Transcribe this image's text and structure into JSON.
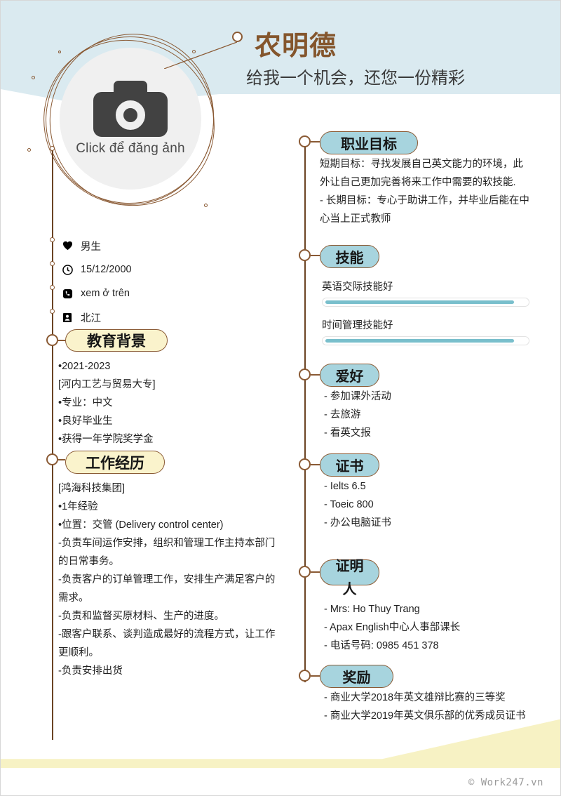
{
  "header": {
    "name": "农明德",
    "tagline": "给我一个机会，还您一份精彩",
    "photo_placeholder": "Click để đăng ảnh",
    "photo_icon": "camera-icon"
  },
  "colors": {
    "header_bg": "#daeaf0",
    "accent_brown": "#8a5a34",
    "name_brown": "#84562d",
    "badge_yellow": "#faf3cc",
    "badge_blue": "#a7d4de",
    "bar_fill": "#79bfcc",
    "footer_band": "#f7f2c4"
  },
  "contact": [
    {
      "icon": "heart-icon",
      "value": "男生"
    },
    {
      "icon": "clock-icon",
      "value": "15/12/2000"
    },
    {
      "icon": "phone-icon",
      "value": "xem ở trên"
    },
    {
      "icon": "contact-card-icon",
      "value": "北江"
    }
  ],
  "left_sections": [
    {
      "title": "教育背景",
      "lines": [
        "•2021-2023",
        "[河内工艺与贸易大专]",
        "•专业：中文",
        "•良好毕业生",
        "•获得一年学院奖学金"
      ]
    },
    {
      "title": "工作经历",
      "lines": [
        "[鸿海科技集团]",
        "•1年经验",
        "•位置：交管 (Delivery control center)",
        "-负责车间运作安排，组织和管理工作主持本部门的日常事务。",
        "-负责客户的订单管理工作，安排生产满足客户的需求。",
        "-负责和监督买原材料、生产的进度。",
        "-跟客户联系、谈判造成最好的流程方式，让工作更顺利。",
        "-负责安排出货"
      ]
    }
  ],
  "right_sections": {
    "objective": {
      "title": "职业目标",
      "lines": [
        "短期目标：寻找发展自己英文能力的环境，此外让自己更加完善将来工作中需要的软技能.",
        "- 长期目标：专心于助讲工作，并毕业后能在中心当上正式教师"
      ]
    },
    "skills": {
      "title": "技能",
      "items": [
        {
          "label": "英语交际技能好",
          "percent": 94
        },
        {
          "label": "时间管理技能好",
          "percent": 94
        }
      ]
    },
    "hobbies": {
      "title": "爱好",
      "lines": [
        "- 参加课外活动",
        "- 去旅游",
        "- 看英文报"
      ]
    },
    "certificates": {
      "title": "证书",
      "lines": [
        "- Ielts 6.5",
        "- Toeic 800",
        "- 办公电脑证书"
      ]
    },
    "references": {
      "title": "证明人",
      "title_part1": "证明",
      "title_part2": "人",
      "lines": [
        "- Mrs: Ho Thuy Trang",
        "- Apax English中心人事部课长",
        "- 电话号码: 0985 451 378"
      ]
    },
    "awards": {
      "title": "奖励",
      "lines": [
        "- 商业大学2018年英文雄辩比赛的三等奖",
        "- 商业大学2019年英文俱乐部的优秀成员证书"
      ]
    }
  },
  "footer": {
    "watermark": "© Work247.vn"
  }
}
